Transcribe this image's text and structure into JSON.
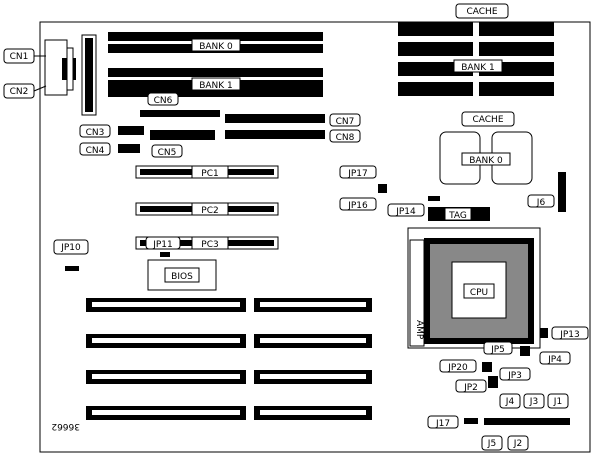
{
  "labels": {
    "cache_top": "CACHE",
    "cache_mid": "CACHE",
    "bank0_simm": "BANK 0",
    "bank1_simm": "BANK 1",
    "bank1_cache": "BANK 1",
    "bank0_cache": "BANK 0",
    "cn1": "CN1",
    "cn2": "CN2",
    "cn3": "CN3",
    "cn4": "CN4",
    "cn5": "CN5",
    "cn6": "CN6",
    "cn7": "CN7",
    "cn8": "CN8",
    "pc1": "PC1",
    "pc2": "PC2",
    "pc3": "PC3",
    "bios": "BIOS",
    "cpu": "CPU",
    "amp": "AMP",
    "tag": "TAG",
    "jp1": "J1",
    "jp2": "J2",
    "jp3": "J3",
    "jp4": "J4",
    "jp5": "J5",
    "jp6": "J6",
    "jp10": "JP10",
    "jp11": "JP11",
    "jp12": "JP2",
    "jp13": "JP13",
    "jp14": "JP14",
    "jp15": "JP5",
    "jp16": "JP16",
    "jp17": "JP17",
    "jp17b": "J17",
    "jp18": "JP3",
    "jp19": "JP4",
    "jp20": "JP20",
    "figno": "36662"
  }
}
